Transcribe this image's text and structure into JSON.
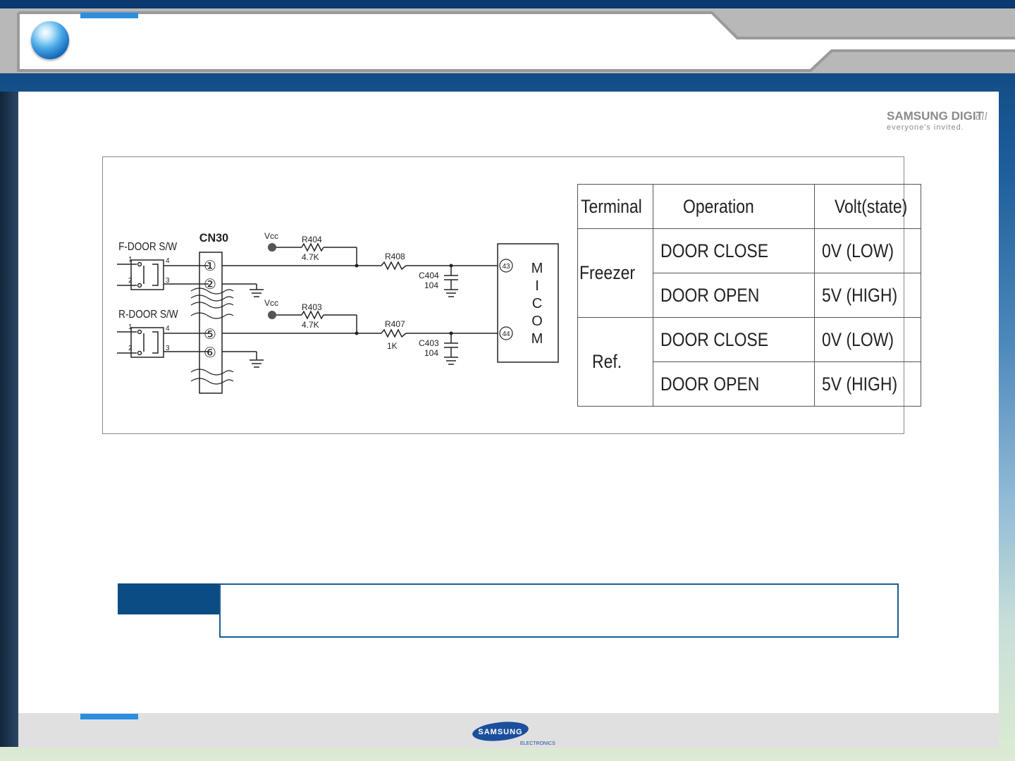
{
  "brand": {
    "top_right_line1": "SAMSUNG DIGIT",
    "top_right_line1_script": "all",
    "top_right_line2": "everyone's invited.",
    "bottom_logo": "SAMSUNG",
    "bottom_sub": "ELECTRONICS"
  },
  "circuit": {
    "f_door_label": "F-DOOR S/W",
    "r_door_label": "R-DOOR S/W",
    "connector_label": "CN30",
    "vcc1": "Vcc",
    "vcc2": "Vcc",
    "r404_name": "R404",
    "r404_value": "4.7K",
    "r403_name": "R403",
    "r403_value": "4.7K",
    "r408_name": "R408",
    "r407_name": "R407",
    "r407_value": "1K",
    "c404_name": "C404",
    "c404_value": "104",
    "c403_name": "C403",
    "c403_value": "104",
    "pin1": "①",
    "pin2": "②",
    "pin5": "⑤",
    "pin6": "⑥",
    "micom_pin43": "43",
    "micom_pin44": "44",
    "micom_letters": [
      "M",
      "I",
      "C",
      "O",
      "M"
    ],
    "sw_pins": [
      "1",
      "2",
      "3",
      "4"
    ]
  },
  "table": {
    "headers": [
      "Terminal",
      "Operation",
      "Volt(state)"
    ],
    "groups": [
      {
        "terminal": "Freezer",
        "rows": [
          {
            "operation": "DOOR CLOSE",
            "volt": "0V (LOW)"
          },
          {
            "operation": "DOOR OPEN",
            "volt": "5V (HIGH)"
          }
        ]
      },
      {
        "terminal": "Ref.",
        "rows": [
          {
            "operation": "DOOR CLOSE",
            "volt": "0V (LOW)"
          },
          {
            "operation": "DOOR OPEN",
            "volt": "5V (HIGH)"
          }
        ]
      }
    ]
  },
  "colors": {
    "navy": "#0a3870",
    "accent_blue": "#2a8fe0",
    "note_blue": "#0b4c85"
  }
}
